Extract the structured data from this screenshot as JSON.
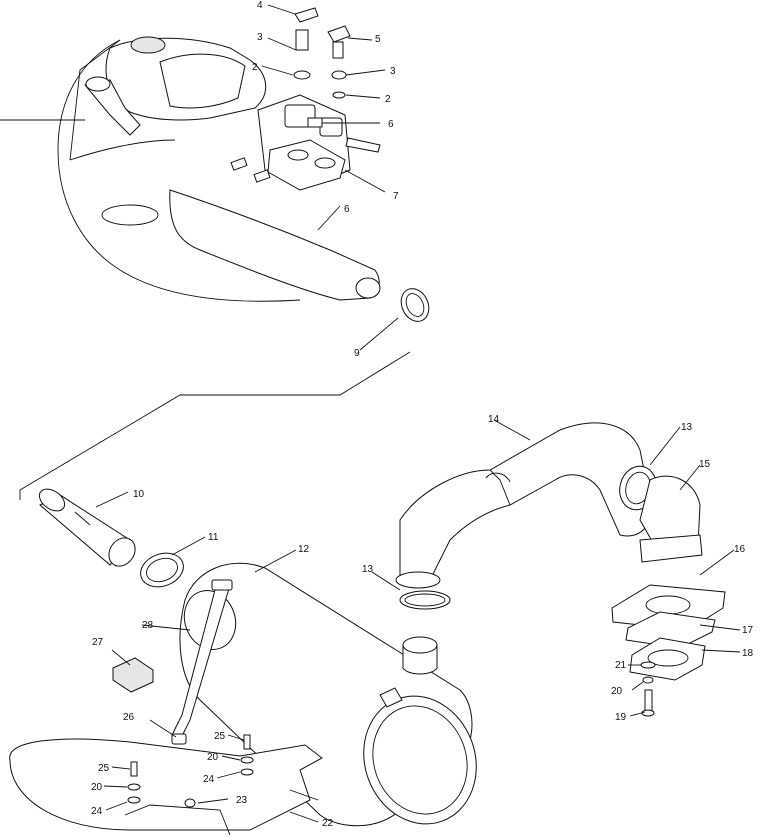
{
  "callouts": {
    "c1": "4",
    "c2": "5",
    "c3": "3",
    "c4": "3",
    "c5": "2",
    "c6": "2",
    "c7": "6",
    "c8": "7",
    "c9": "6",
    "c10": "9",
    "c11": "10",
    "c12": "11",
    "c13": "12",
    "c14": "14",
    "c15": "13",
    "c16": "15",
    "c17": "16",
    "c18": "13",
    "c19": "17",
    "c20": "18",
    "c21": "21",
    "c22": "20",
    "c23": "19",
    "c24": "27",
    "c25": "28",
    "c26": "26",
    "c27": "25",
    "c28": "20",
    "c29": "24",
    "c30": "25",
    "c31": "20",
    "c32": "23",
    "c33": "24",
    "c34": "22"
  }
}
